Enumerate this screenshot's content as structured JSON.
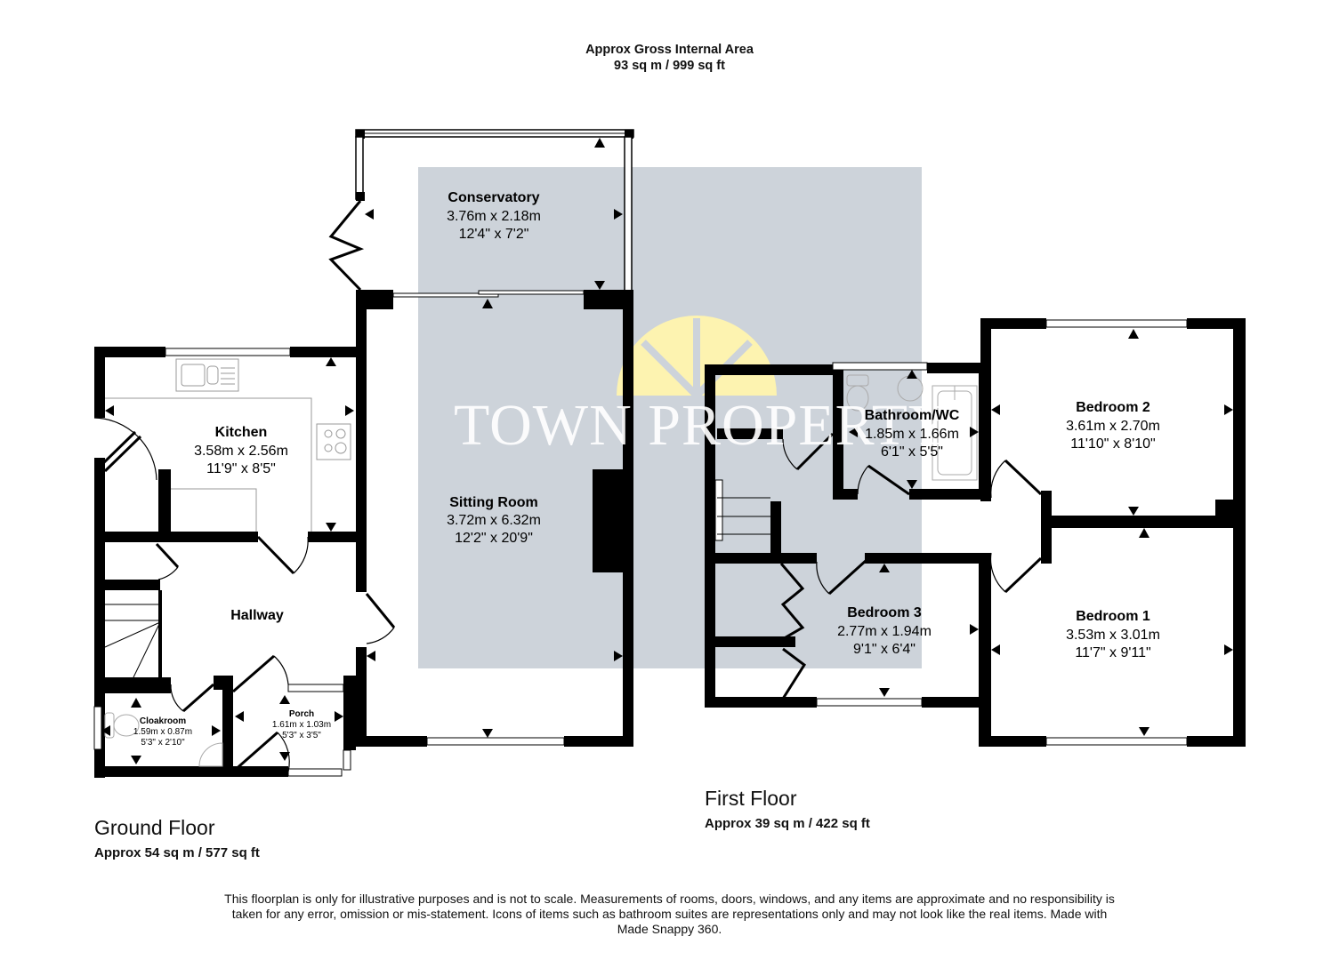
{
  "header": {
    "title": "Approx Gross Internal Area",
    "area": "93 sq m / 999 sq ft"
  },
  "watermark": {
    "text": "TOWN PROPERTY",
    "sun_color": "#fdf3b0",
    "overlay_color": "#cdd3da"
  },
  "floors": [
    {
      "name": "Ground Floor",
      "area": "Approx 54 sq m / 577 sq ft",
      "rooms": [
        {
          "name": "Conservatory",
          "metric": "3.76m x 2.18m",
          "imperial": "12'4\" x 7'2\""
        },
        {
          "name": "Kitchen",
          "metric": "3.58m x 2.56m",
          "imperial": "11'9\" x 8'5\""
        },
        {
          "name": "Sitting Room",
          "metric": "3.72m x 6.32m",
          "imperial": "12'2\" x 20'9\""
        },
        {
          "name": "Hallway"
        },
        {
          "name": "Cloakroom",
          "metric": "1.59m x 0.87m",
          "imperial": "5'3\" x 2'10\""
        },
        {
          "name": "Porch",
          "metric": "1.61m x 1.03m",
          "imperial": "5'3\" x 3'5\""
        }
      ]
    },
    {
      "name": "First Floor",
      "area": "Approx 39 sq m / 422 sq ft",
      "rooms": [
        {
          "name": "Bathroom/WC",
          "metric": "1.85m x 1.66m",
          "imperial": "6'1\" x 5'5\""
        },
        {
          "name": "Bedroom 2",
          "metric": "3.61m x 2.70m",
          "imperial": "11'10\" x 8'10\""
        },
        {
          "name": "Bedroom 3",
          "metric": "2.77m x 1.94m",
          "imperial": "9'1\" x 6'4\""
        },
        {
          "name": "Bedroom 1",
          "metric": "3.53m x 3.01m",
          "imperial": "11'7\" x 9'11\""
        }
      ]
    }
  ],
  "disclaimer": "This floorplan is only for illustrative purposes and is not to scale. Measurements of rooms, doors, windows, and any items are approximate and no responsibility is taken for any error, omission or mis-statement. Icons of items such as bathroom suites are representations only and may not look like the real items. Made with Made Snappy 360."
}
